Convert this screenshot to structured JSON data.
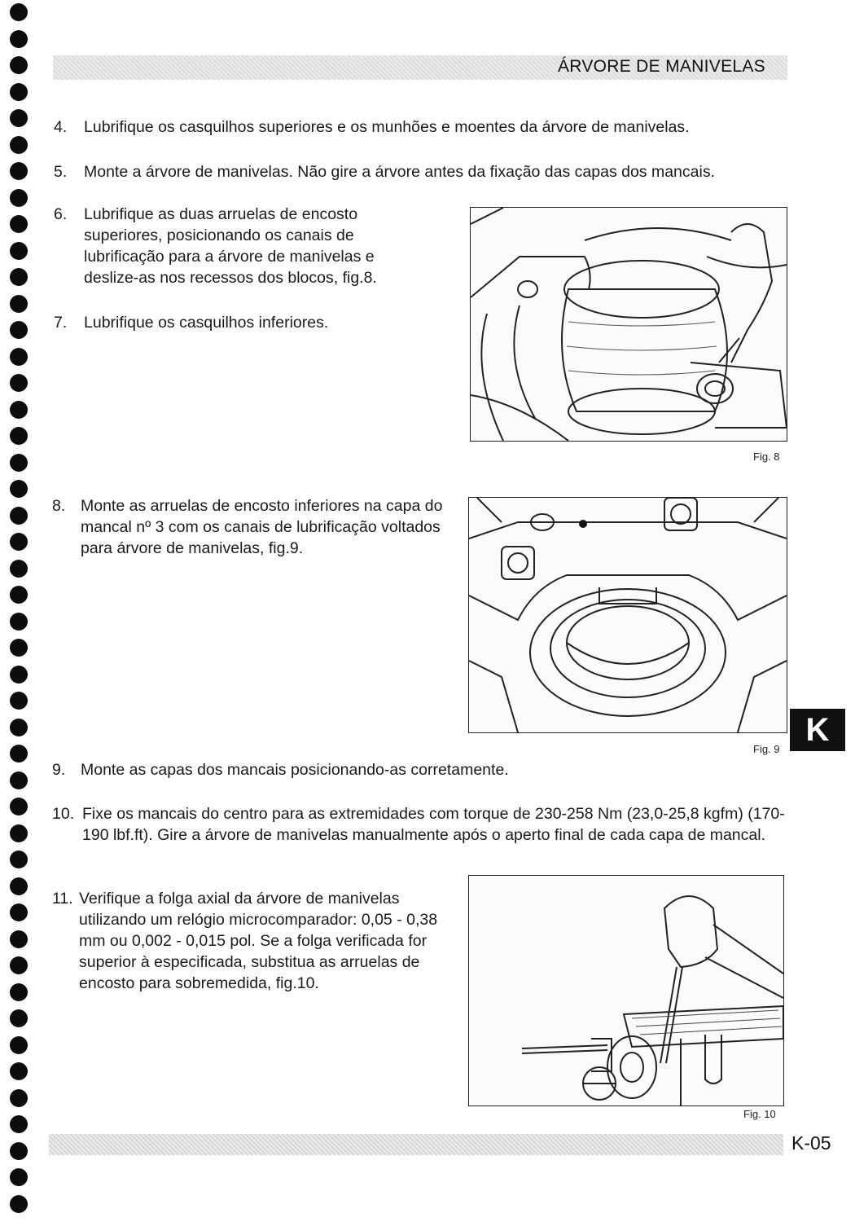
{
  "header": {
    "title": "ÁRVORE DE MANIVELAS"
  },
  "steps": [
    {
      "num": "4.",
      "text": "Lubrifique os casquilhos superiores e os munhões e moentes da árvore de manivelas."
    },
    {
      "num": "5.",
      "text": "Monte a árvore de manivelas. Não gire a árvore antes da fixação das capas dos mancais."
    },
    {
      "num": "6.",
      "text": "Lubrifique as duas arruelas de encosto superiores, posicionando os canais de lubrificação para a árvore de manivelas e deslize-as nos recessos dos blocos, fig.8."
    },
    {
      "num": "7.",
      "text": "Lubrifique os casquilhos inferiores."
    },
    {
      "num": "8.",
      "text": "Monte as arruelas de encosto inferiores na capa do mancal nº 3 com os canais de lubrificação voltados para árvore de manivelas, fig.9."
    },
    {
      "num": "9.",
      "text": "Monte as capas dos mancais posicionando-as corretamente."
    },
    {
      "num": "10.",
      "text": "Fixe os mancais do centro para as extremidades com torque de 230-258 Nm (23,0-25,8 kgfm) (170-190 lbf.ft). Gire a árvore de manivelas manualmente após o aperto final de cada capa de mancal."
    },
    {
      "num": "11.",
      "text": "Verifique a folga axial da árvore de manivelas utilizando um relógio microcomparador: 0,05 - 0,38 mm ou 0,002 - 0,015 pol. Se a folga verificada for superior à especificada, substitua as arruelas de encosto para sobremedida, fig.10."
    }
  ],
  "figures": [
    {
      "caption": "Fig. 8"
    },
    {
      "caption": "Fig. 9"
    },
    {
      "caption": "Fig. 10"
    }
  ],
  "section_tab": "K",
  "footer": {
    "page_number": "K-05"
  }
}
